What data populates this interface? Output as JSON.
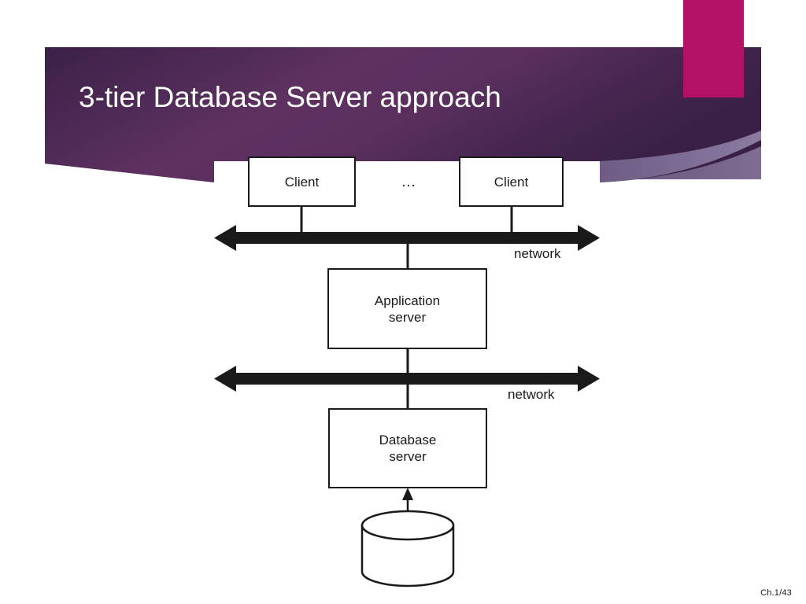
{
  "slide": {
    "title": "3-tier Database Server approach",
    "footer": "Ch.1/43"
  },
  "theme": {
    "banner_dark": "#3C2148",
    "banner_mid": "#5E3161",
    "banner_light_swoosh": "#7E6C92",
    "accent_magenta": "#B31166",
    "background": "#FFFFFF",
    "line_color": "#1A1A1A",
    "title_color": "#FFFFFF"
  },
  "diagram": {
    "client_left": "Client",
    "client_right": "Client",
    "ellipsis": "…",
    "app_server_line1": "Application",
    "app_server_line2": "server",
    "db_server_line1": "Database",
    "db_server_line2": "server",
    "network_label_top": "network",
    "network_label_bottom": "network",
    "tiers": [
      {
        "name": "client-tier",
        "label": "Client"
      },
      {
        "name": "application-tier",
        "label": "Application server"
      },
      {
        "name": "database-tier",
        "label": "Database server"
      }
    ]
  }
}
